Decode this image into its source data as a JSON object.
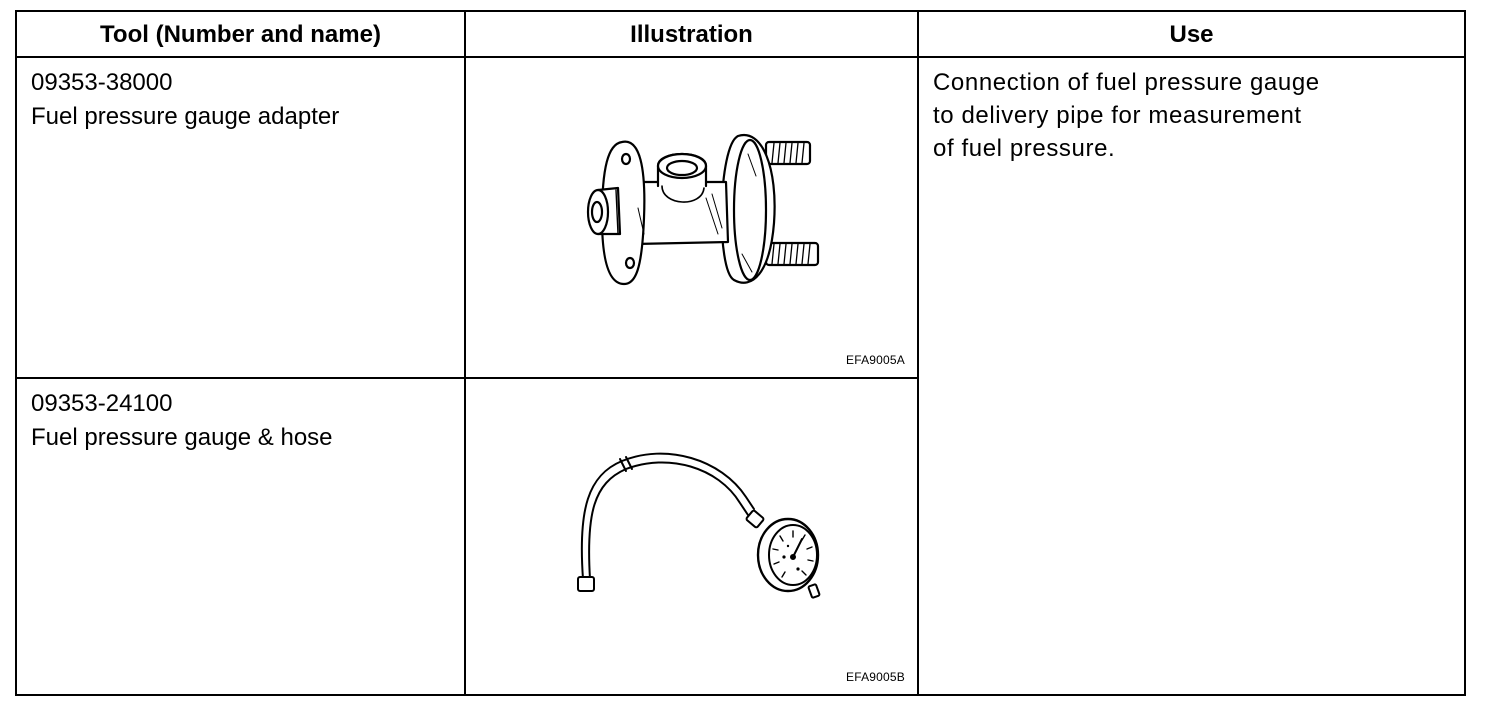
{
  "table": {
    "headers": {
      "tool": "Tool (Number and name)",
      "illustration": "Illustration",
      "use": "Use"
    },
    "rows": [
      {
        "number": "09353-38000",
        "name": "Fuel pressure gauge adapter",
        "figure_code": "EFA9005A",
        "figure_icon": "fuel-pressure-gauge-adapter-drawing"
      },
      {
        "number": "09353-24100",
        "name": "Fuel pressure gauge & hose",
        "figure_code": "EFA9005B",
        "figure_icon": "fuel-pressure-gauge-and-hose-drawing"
      }
    ],
    "use_lines": [
      "Connection of fuel pressure gauge",
      "to delivery pipe for measurement",
      "of fuel pressure."
    ]
  }
}
